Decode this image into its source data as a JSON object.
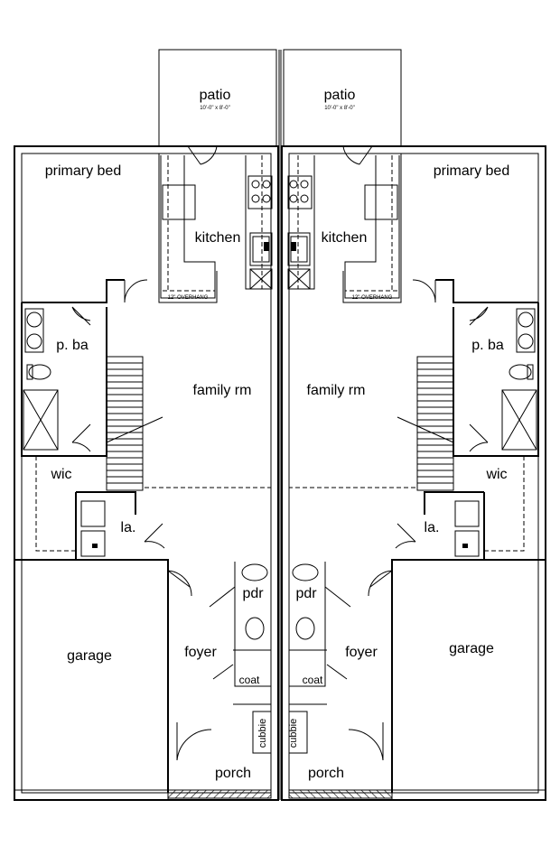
{
  "units": [
    {
      "patio": "patio",
      "patio_size": "10'-0\" x 8'-0\"",
      "primary_bed": "primary bed",
      "kitchen": "kitchen",
      "overhang": "12\" OVERHANG",
      "p_ba": "p. ba",
      "family_rm": "family rm",
      "wic": "wic",
      "la": "la.",
      "pdr": "pdr",
      "garage": "garage",
      "foyer": "foyer",
      "coat": "coat",
      "cubbie": "cubbie",
      "porch": "porch"
    },
    {
      "patio": "patio",
      "patio_size": "10'-0\" x 8'-0\"",
      "primary_bed": "primary bed",
      "kitchen": "kitchen",
      "overhang": "12\" OVERHANG",
      "p_ba": "p. ba",
      "family_rm": "family rm",
      "wic": "wic",
      "la": "la.",
      "pdr": "pdr",
      "garage": "garage",
      "foyer": "foyer",
      "coat": "coat",
      "cubbie": "cubbie",
      "porch": "porch"
    }
  ],
  "icons": {
    "range": "cooktop-icon",
    "sink": "sink-icon",
    "toilet": "toilet-icon",
    "shower": "shower-icon",
    "washer": "washer-icon",
    "dryer": "dryer-icon",
    "stairs": "stair-icon"
  }
}
